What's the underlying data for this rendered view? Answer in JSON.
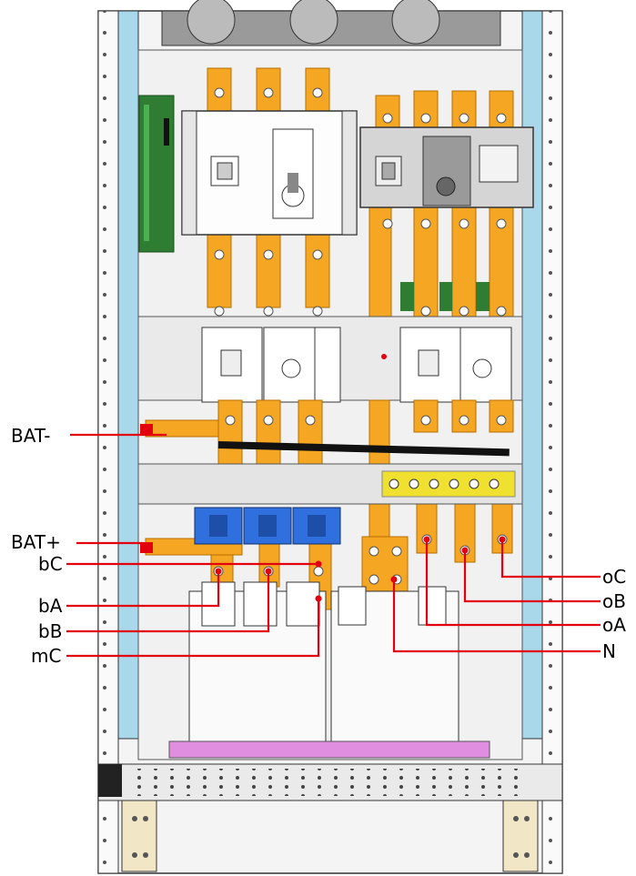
{
  "labels": {
    "bat_minus": "BAT-",
    "bat_plus": "BAT+",
    "bC": "bC",
    "bA": "bA",
    "bB": "bB",
    "mC": "mC",
    "oC": "oC",
    "oB": "oB",
    "oA": "oA",
    "N": "N"
  },
  "colors": {
    "busbar": "#f5a623",
    "rail": "#a9d8ea",
    "leader": "#e3000f",
    "fuse": "#2f6fde",
    "terminal": "#f0e030",
    "pcb": "#2e7d32",
    "trim": "#e08fe0"
  }
}
